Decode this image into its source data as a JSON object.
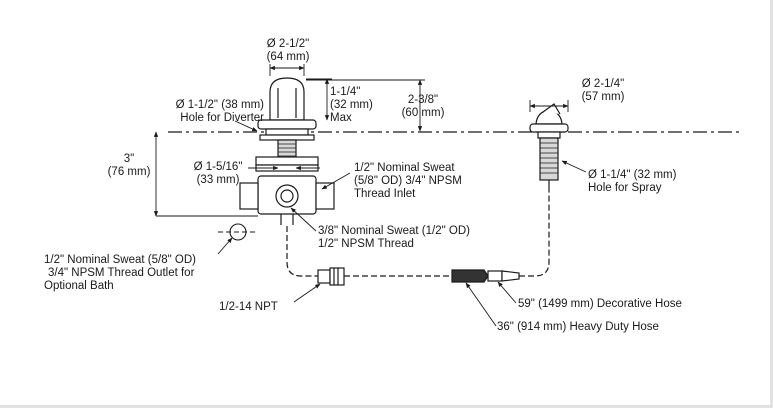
{
  "diagram": {
    "top_diameter": {
      "line1": "Ø 2-1/2\"",
      "line2": "(64 mm)"
    },
    "max_height": {
      "line1": "1-1/4\"",
      "line2": "(32 mm)",
      "line3": "Max"
    },
    "deck_height": {
      "line1": "2-3/8\"",
      "line2": "(60 mm)"
    },
    "diverter_hole": {
      "line1": "Ø 1-1/2\" (38 mm)",
      "line2": "Hole for Diverter"
    },
    "body_height": {
      "line1": "3\"",
      "line2": "(76 mm)"
    },
    "stem_diameter": {
      "line1": "Ø 1-5/16\"",
      "line2": "(33 mm)"
    },
    "inlet": {
      "line1": "1/2\" Nominal Sweat",
      "line2": "(5/8\" OD) 3/4\" NPSM",
      "line3": "Thread Inlet"
    },
    "outlet_thread": {
      "line1": "3/8\" Nominal Sweat (1/2\" OD)",
      "line2": "1/2\" NPSM Thread"
    },
    "bath_outlet": {
      "line1": "1/2\" Nominal Sweat (5/8\" OD)",
      "line2": "3/4\" NPSM Thread Outlet for",
      "line3": "Optional Bath"
    },
    "npt": "1/2-14 NPT",
    "spray_diameter": {
      "line1": "Ø 2-1/4\"",
      "line2": "(57 mm)"
    },
    "spray_hole": {
      "line1": "Ø 1-1/4\" (32 mm)",
      "line2": "Hole for Spray"
    },
    "decorative_hose": "59\" (1499 mm) Decorative Hose",
    "heavy_hose": "36\" (914 mm) Heavy Duty Hose"
  },
  "colors": {
    "line": "#1a1a1a",
    "edge": "#e2e2e2"
  }
}
